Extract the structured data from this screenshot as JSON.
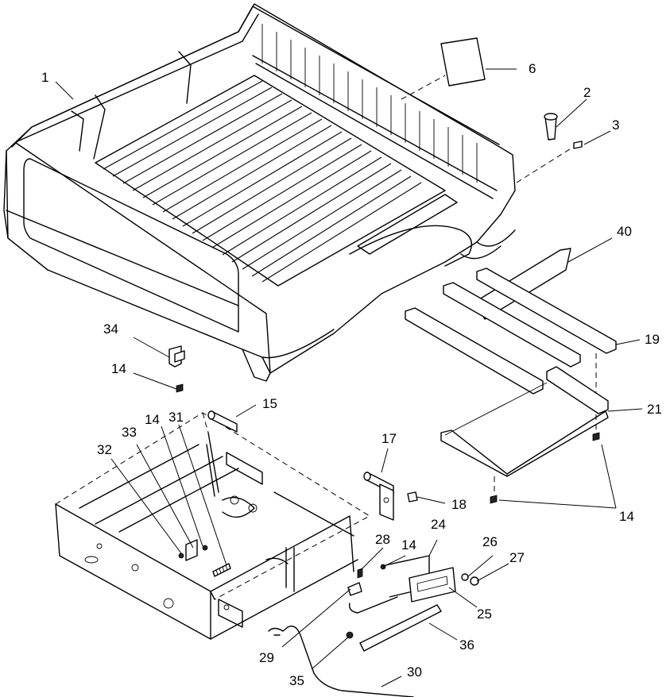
{
  "callouts": [
    {
      "id": "c1",
      "text": "1"
    },
    {
      "id": "c2",
      "text": "2"
    },
    {
      "id": "c3",
      "text": "3"
    },
    {
      "id": "c6",
      "text": "6"
    },
    {
      "id": "c40",
      "text": "40"
    },
    {
      "id": "c19",
      "text": "19"
    },
    {
      "id": "c21",
      "text": "21"
    },
    {
      "id": "c34",
      "text": "34"
    },
    {
      "id": "c14a",
      "text": "14"
    },
    {
      "id": "c15",
      "text": "15"
    },
    {
      "id": "c14b",
      "text": "14"
    },
    {
      "id": "c31",
      "text": "31"
    },
    {
      "id": "c33",
      "text": "33"
    },
    {
      "id": "c32",
      "text": "32"
    },
    {
      "id": "c17",
      "text": "17"
    },
    {
      "id": "c18",
      "text": "18"
    },
    {
      "id": "c14c",
      "text": "14"
    },
    {
      "id": "c24",
      "text": "24"
    },
    {
      "id": "c26",
      "text": "26"
    },
    {
      "id": "c27",
      "text": "27"
    },
    {
      "id": "c28",
      "text": "28"
    },
    {
      "id": "c14d",
      "text": "14"
    },
    {
      "id": "c25",
      "text": "25"
    },
    {
      "id": "c36",
      "text": "36"
    },
    {
      "id": "c29",
      "text": "29"
    },
    {
      "id": "c35",
      "text": "35"
    },
    {
      "id": "c30",
      "text": "30"
    }
  ]
}
